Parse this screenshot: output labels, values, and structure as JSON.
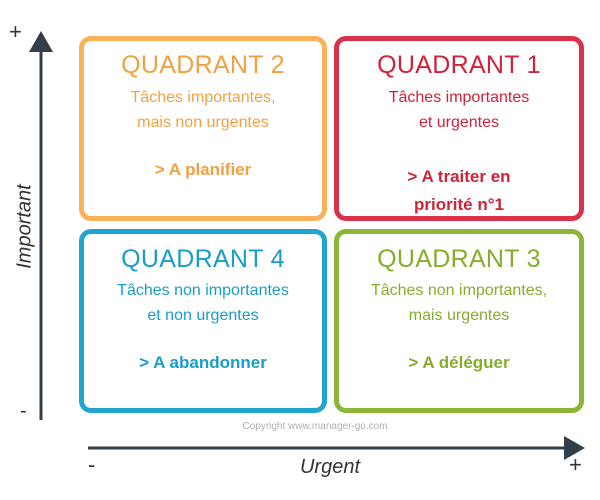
{
  "quadrants": {
    "q1": {
      "title": "QUADRANT 1",
      "desc": [
        "Tâches importantes",
        "et urgentes"
      ],
      "action": [
        "> A traiter en",
        "priorité n°1"
      ],
      "color": "#cf2339"
    },
    "q2": {
      "title": "QUADRANT 2",
      "desc": [
        "Tâches importantes,",
        "mais non urgentes"
      ],
      "action": [
        "> A planifier"
      ],
      "color": "#f0a144"
    },
    "q3": {
      "title": "QUADRANT 3",
      "desc": [
        "Tâches non importantes,",
        "mais urgentes"
      ],
      "action": [
        "> A déléguer"
      ],
      "color": "#85ad2e"
    },
    "q4": {
      "title": "QUADRANT 4",
      "desc": [
        "Tâches non importantes",
        "et non urgentes"
      ],
      "action": [
        "> A abandonner"
      ],
      "color": "#1a9dc6"
    }
  },
  "axes": {
    "y_label": "Important",
    "x_label": "Urgent",
    "y_high": "+",
    "y_low": "-",
    "x_low": "-",
    "x_high": "+"
  },
  "copyright": "Copyright www.manager-go.com"
}
